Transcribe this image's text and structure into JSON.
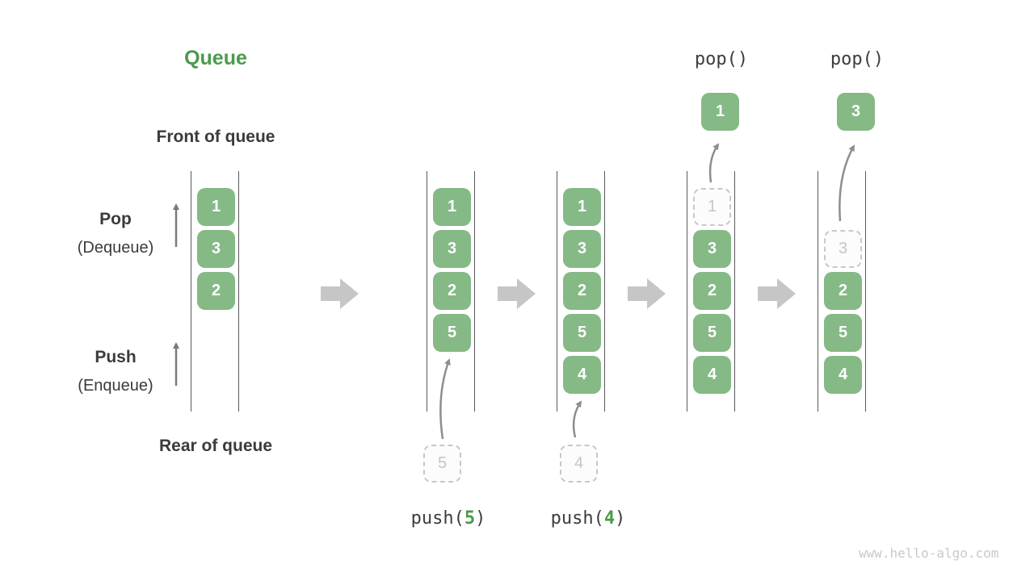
{
  "title": "Queue",
  "watermark": "www.hello-algo.com",
  "side_labels": {
    "front": "Front of queue",
    "rear": "Rear of queue",
    "pop": "Pop",
    "pop_sub": "(Dequeue)",
    "push": "Push",
    "push_sub": "(Enqueue)"
  },
  "operations": {
    "pop_call_1": "pop()",
    "pop_call_2": "pop()",
    "push_prefix": "push(",
    "push_close": ")",
    "push_arg_1": "5",
    "push_arg_2": "4"
  },
  "columns": [
    {
      "cells": [
        "1",
        "3",
        "2"
      ]
    },
    {
      "cells": [
        "1",
        "3",
        "2",
        "5"
      ],
      "incoming": "5"
    },
    {
      "cells": [
        "1",
        "3",
        "2",
        "5",
        "4"
      ],
      "incoming": "4"
    },
    {
      "cells": [
        "3",
        "2",
        "5",
        "4"
      ],
      "removed": "1",
      "popped": "1"
    },
    {
      "cells": [
        "2",
        "5",
        "4"
      ],
      "removed": "3",
      "popped": "3"
    }
  ],
  "colors": {
    "item_green": "#85b985",
    "title_green": "#4a9b4a",
    "text_dark": "#3b3b3b",
    "ghost_gray": "#c8c8c8",
    "flow_arrow_gray": "#c6c6c6",
    "thin_arrow_gray": "#7a7a7a",
    "watermark_gray": "#c9c9c9"
  }
}
